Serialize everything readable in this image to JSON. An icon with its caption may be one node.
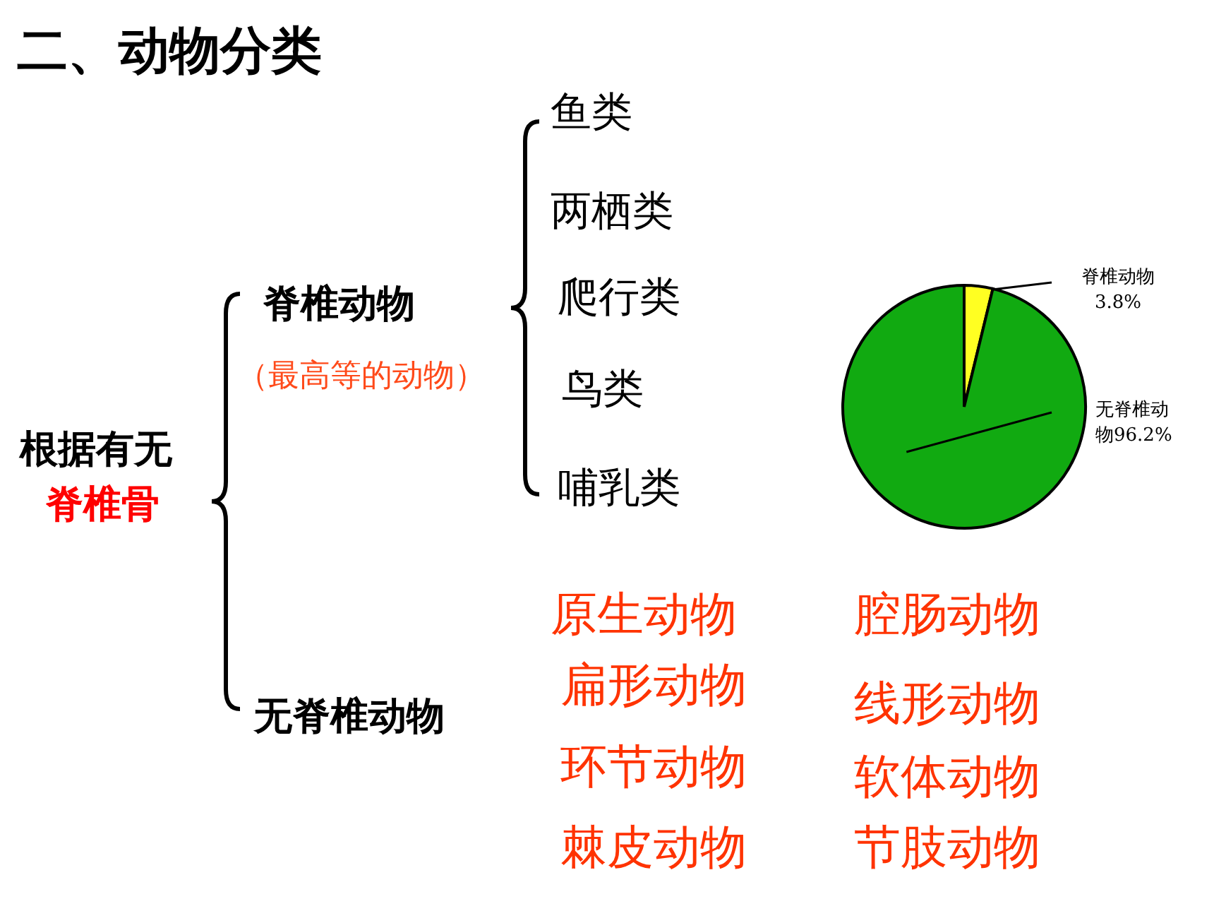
{
  "diagram": {
    "title": "二、动物分类",
    "labels": [
      "根据有无",
      "脊椎骨",
      "脊椎动物",
      "（最高等的动物）",
      "鱼类",
      "两栖类",
      "爬行类",
      "鸟类",
      "哺乳类",
      "无脊椎动物",
      "原生动物",
      "腔肠动物",
      "扁形动物",
      "线形动物",
      "环节动物",
      "软体动物",
      "棘皮动物",
      "节肢动物"
    ],
    "chart_data": {
      "type": "pie",
      "categories": [
        "脊椎动物",
        "无脊椎动物"
      ],
      "series": [
        {
          "values": [
            3.8,
            96.2
          ]
        }
      ],
      "colors": [
        "#ffff22",
        "#11aa11"
      ],
      "value_labels": [
        "3.8%",
        "96.2%"
      ]
    }
  }
}
